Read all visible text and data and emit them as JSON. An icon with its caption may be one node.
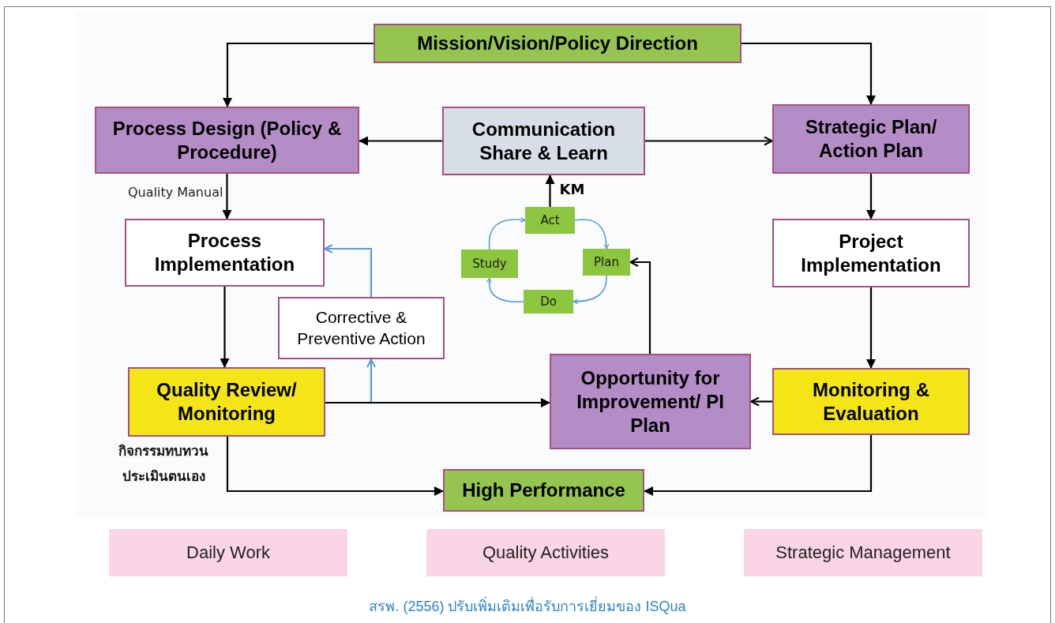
{
  "diagram": {
    "caption": "สรพ. (2556) ปรับเพิ่มเติมเพื่อรับการเยี่ยมของ ISQua",
    "nodes": [
      {
        "text": [
          "Mission/Vision/Policy Direction"
        ]
      },
      {
        "text": [
          "Process Design (Policy & Procedure)"
        ]
      },
      {
        "text": [
          "Communication Share & Learn"
        ]
      },
      {
        "text": [
          "Strategic Plan/ Action Plan"
        ]
      },
      {
        "text": [
          "Process Implementation"
        ]
      },
      {
        "text": [
          "Act"
        ]
      },
      {
        "text": [
          "Study"
        ]
      },
      {
        "text": [
          "Plan"
        ]
      },
      {
        "text": [
          "Do"
        ]
      },
      {
        "text": [
          "Project Implementation"
        ]
      },
      {
        "text": [
          "Corrective & Preventive Action"
        ]
      },
      {
        "text": [
          "Quality Review/ Monitoring"
        ]
      },
      {
        "text": [
          "Opportunity for Improvement/ PI Plan"
        ]
      },
      {
        "text": [
          "Monitoring & Evaluation"
        ]
      },
      {
        "text": [
          "High Performance"
        ]
      },
      {
        "text": [
          "Daily Work"
        ]
      },
      {
        "text": [
          "Quality Activities"
        ]
      },
      {
        "text": [
          "Strategic Management"
        ]
      }
    ],
    "edges": [
      {
        "from": 0,
        "to": 1,
        "arrow": "to"
      },
      {
        "from": 0,
        "to": 3,
        "arrow": "to"
      },
      {
        "from": 2,
        "to": 1,
        "arrow": "to"
      },
      {
        "from": 2,
        "to": 3,
        "arrow": "to"
      },
      {
        "from": 5,
        "to": 2,
        "arrow": "to",
        "label": "KM"
      },
      {
        "from": 1,
        "to": 4,
        "arrow": "to"
      },
      {
        "from": 3,
        "to": 9,
        "arrow": "to"
      },
      {
        "from": 4,
        "to": 11,
        "arrow": "to"
      },
      {
        "from": 9,
        "to": 13,
        "arrow": "to"
      },
      {
        "from": 11,
        "to": 10,
        "arrow": "to",
        "color": "#5b9bd5"
      },
      {
        "from": 10,
        "to": 4,
        "arrow": "to",
        "color": "#5b9bd5"
      },
      {
        "from": 11,
        "to": 12,
        "arrow": "to"
      },
      {
        "from": 13,
        "to": 12,
        "arrow": "to"
      },
      {
        "from": 12,
        "to": 7,
        "arrow": "to"
      },
      {
        "from": 11,
        "to": 14,
        "arrow": "to"
      },
      {
        "from": 13,
        "to": 14,
        "arrow": "to"
      },
      {
        "from": 5,
        "to": 7,
        "arrow": "to",
        "color": "#5b9bd5"
      },
      {
        "from": 7,
        "to": 8,
        "arrow": "to",
        "color": "#5b9bd5"
      },
      {
        "from": 8,
        "to": 6,
        "arrow": "to",
        "color": "#5b9bd5"
      },
      {
        "from": 6,
        "to": 5,
        "arrow": "to",
        "color": "#5b9bd5"
      }
    ],
    "labels": [
      "Quality Manual",
      "กิจกรรมทบทวน ประเมินตนเอง"
    ]
  }
}
